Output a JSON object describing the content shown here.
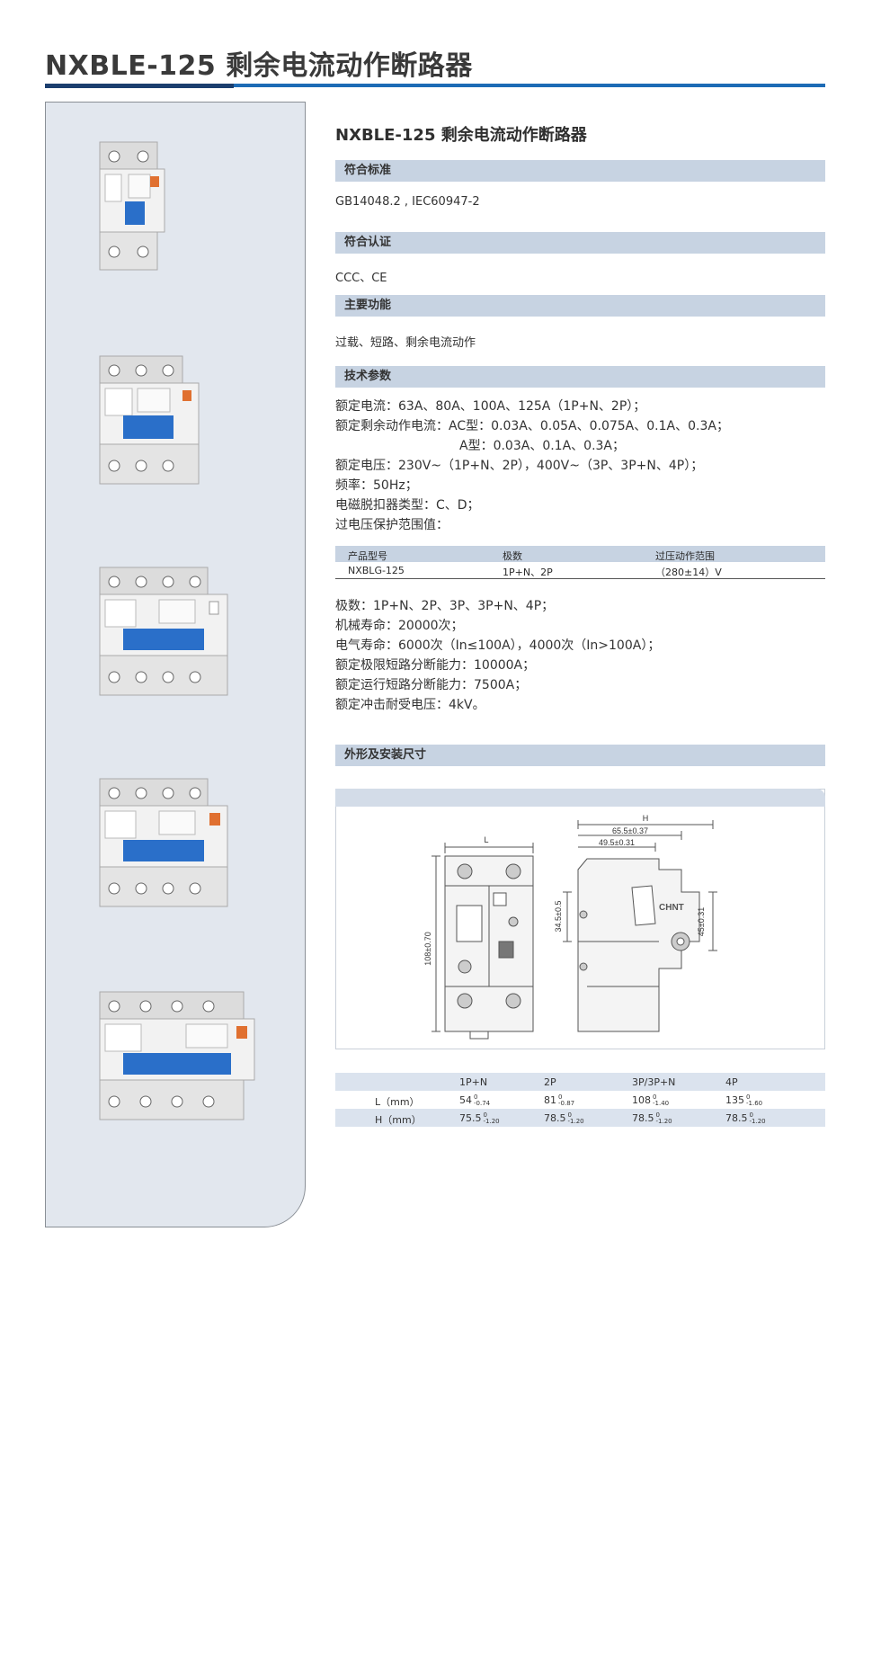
{
  "page": {
    "title": "NXBLE-125 剩余电流动作断路器"
  },
  "product": {
    "title": "NXBLE-125 剩余电流动作断路器",
    "sections": {
      "standard": {
        "label": "符合标准",
        "text": "GB14048.2 , IEC60947-2"
      },
      "certification": {
        "label": "符合认证",
        "text": "CCC、CE"
      },
      "functions": {
        "label": "主要功能",
        "text": "过载、短路、剩余电流动作"
      },
      "params": {
        "label": "技术参数"
      },
      "dimensions": {
        "label": "外形及安装尺寸"
      }
    },
    "params_lines": [
      "额定电流：63A、80A、100A、125A（1P+N、2P）；",
      "额定剩余动作电流：AC型：0.03A、0.05A、0.075A、0.1A、0.3A；",
      "A型：0.03A、0.1A、0.3A；",
      "额定电压：230V~（1P+N、2P），400V~（3P、3P+N、4P）；",
      "频率：50Hz；",
      "电磁脱扣器类型：C、D；",
      "过电压保护范围值："
    ],
    "voltage_table": {
      "headers": [
        "产品型号",
        "极数",
        "过压动作范围"
      ],
      "row": [
        "NXBLG-125",
        "1P+N、2P",
        "（280±14）V"
      ]
    },
    "params_lines_2": [
      "极数：1P+N、2P、3P、3P+N、4P；",
      "机械寿命：20000次；",
      "电气寿命：6000次（In≤100A），4000次（In>100A）；",
      "额定极限短路分断能力：10000A；",
      "额定运行短路分断能力：7500A；",
      "额定冲击耐受电压：4kV。"
    ],
    "drawing": {
      "labels": {
        "L": "L",
        "H": "H",
        "h1": "65.5±0.37",
        "h2": "49.5±0.31",
        "v1": "108±0.70",
        "v2": "34.5±0.5",
        "v3": "45±0.31",
        "brand": "CHNT"
      }
    },
    "dimension_table": {
      "headers": [
        "",
        "1P+N",
        "2P",
        "3P/3P+N",
        "4P"
      ],
      "rows": [
        {
          "label": "L（mm）",
          "cells": [
            {
              "v": "54",
              "up": "0",
              "low": "-0.74"
            },
            {
              "v": "81",
              "up": "0",
              "low": "-0.87"
            },
            {
              "v": "108",
              "up": "0",
              "low": "-1.40"
            },
            {
              "v": "135",
              "up": "0",
              "low": "-1.60"
            }
          ]
        },
        {
          "label": "H（mm）",
          "cells": [
            {
              "v": "75.5",
              "up": "0",
              "low": "-1.20"
            },
            {
              "v": "78.5",
              "up": "0",
              "low": "-1.20"
            },
            {
              "v": "78.5",
              "up": "0",
              "low": "-1.20"
            },
            {
              "v": "78.5",
              "up": "0",
              "low": "-1.20"
            }
          ]
        }
      ]
    }
  },
  "colors": {
    "accent": "#1d6bb5",
    "accent_dark": "#1b3e6e",
    "section_bar": "#c7d3e2",
    "panel": "#e2e7ee",
    "breaker_blue": "#2a6fc9"
  }
}
